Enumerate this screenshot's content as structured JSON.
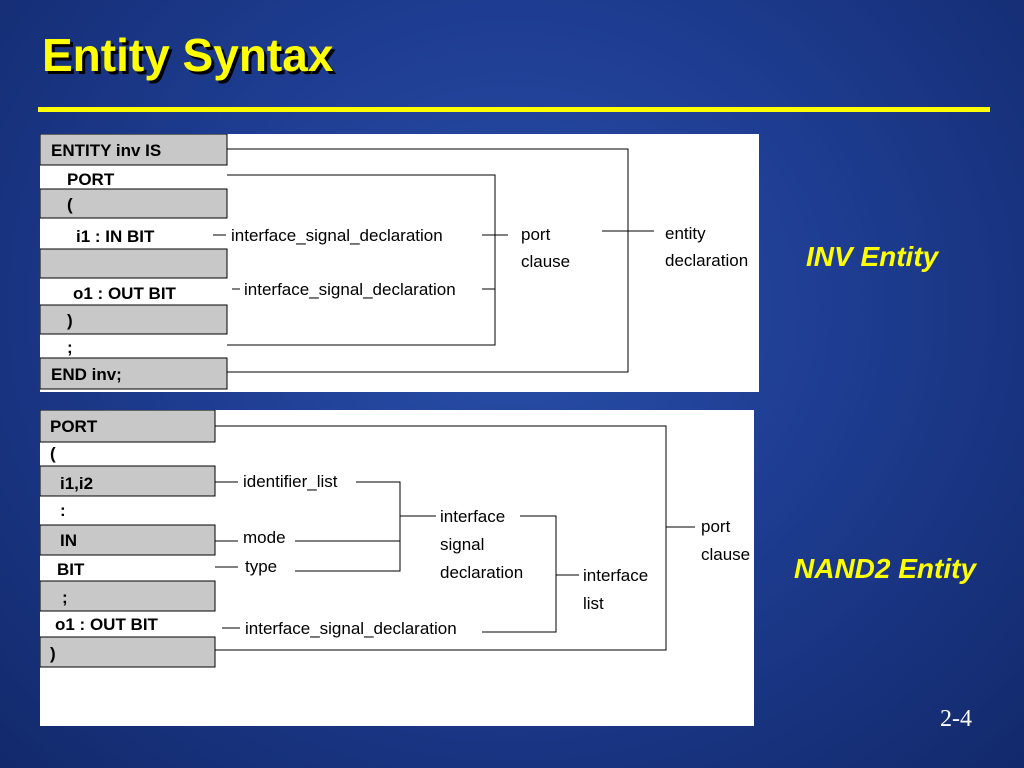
{
  "slide": {
    "title": "Entity Syntax",
    "page_number": "2-4",
    "accent_color": "#ffff00",
    "background_color": "#1e3d92"
  },
  "inv_diagram": {
    "caption": "INV Entity",
    "code_lines": [
      "ENTITY inv IS",
      "PORT",
      "(",
      "i1 :  IN BIT",
      "",
      "o1 :  OUT BIT",
      ")",
      ";",
      "END inv;"
    ],
    "labels": {
      "decl1": "interface_signal_declaration",
      "decl2": "interface_signal_declaration",
      "port_clause": [
        "port",
        "clause"
      ],
      "entity_decl": [
        "entity",
        "declaration"
      ]
    }
  },
  "nand2_diagram": {
    "caption": "NAND2 Entity",
    "code_lines": [
      "PORT",
      "(",
      "i1,i2",
      ":",
      "IN",
      "BIT",
      ";",
      "o1 : OUT BIT",
      ")"
    ],
    "labels": {
      "identifier_list": "identifier_list",
      "mode": "mode",
      "type": "type",
      "interface_signal_decl": [
        "interface",
        "signal",
        "declaration"
      ],
      "interface_list": [
        "interface",
        "list"
      ],
      "decl_o1": "interface_signal_declaration",
      "port_clause": [
        "port",
        "clause"
      ]
    }
  }
}
